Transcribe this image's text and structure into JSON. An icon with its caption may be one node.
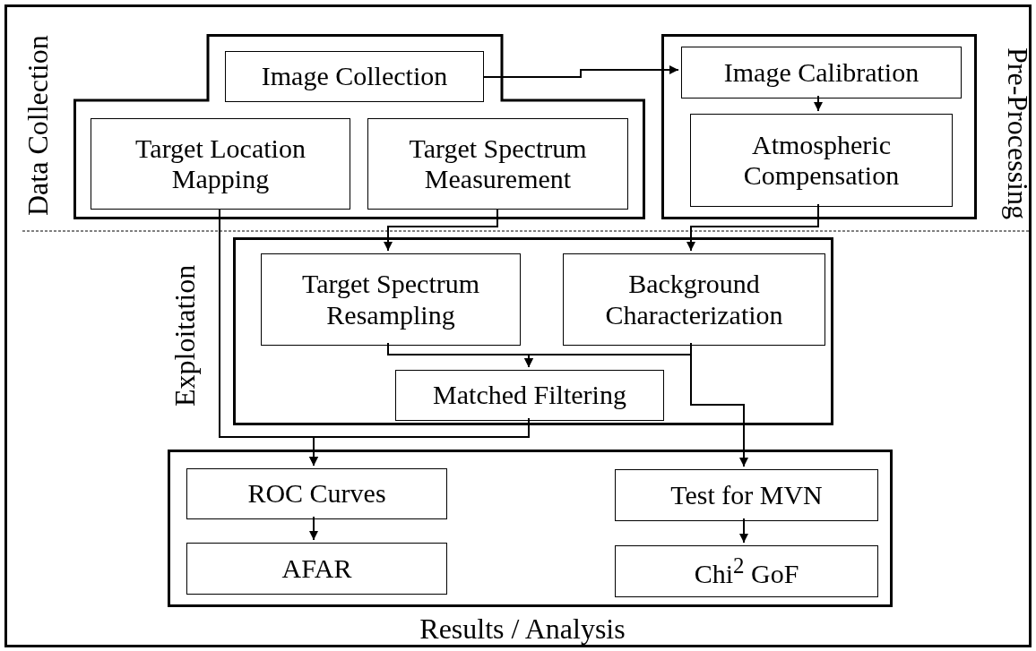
{
  "diagram": {
    "nodes": [
      {
        "text": [
          "Data Collection"
        ]
      },
      {
        "text": [
          "Image Collection"
        ],
        "in": 0
      },
      {
        "text": [
          "Target Location Mapping"
        ],
        "in": 0
      },
      {
        "text": [
          "Target Spectrum Measurement"
        ],
        "in": 0
      },
      {
        "text": [
          "Pre-Processing"
        ]
      },
      {
        "text": [
          "Image Calibration"
        ],
        "in": 4
      },
      {
        "text": [
          "Atmospheric Compensation"
        ],
        "in": 4
      },
      {
        "text": [
          "Exploitation"
        ]
      },
      {
        "text": [
          "Target Spectrum Resampling"
        ],
        "in": 7
      },
      {
        "text": [
          "Background Characterization"
        ],
        "in": 7
      },
      {
        "text": [
          "Matched Filtering"
        ],
        "in": 7
      },
      {
        "text": [
          "Results / Analysis"
        ]
      },
      {
        "text": [
          "ROC Curves"
        ],
        "in": 11
      },
      {
        "text": [
          "AFAR"
        ],
        "in": 11
      },
      {
        "text": [
          "Test for MVN"
        ],
        "in": 11
      },
      {
        "text": [
          "Chi$^{2}$ GoF"
        ],
        "in": 11
      }
    ],
    "edges": [
      {
        "from": 1,
        "to": 5,
        "arrow": "to"
      },
      {
        "from": 5,
        "to": 6,
        "arrow": "to"
      },
      {
        "from": 3,
        "to": 8,
        "arrow": "to"
      },
      {
        "from": 6,
        "to": 9,
        "arrow": "to"
      },
      {
        "from": 8,
        "to": 10,
        "arrow": "to"
      },
      {
        "from": 9,
        "to": 10,
        "arrow": "to"
      },
      {
        "from": 9,
        "to": 14,
        "arrow": "to"
      },
      {
        "from": 2,
        "to": 12,
        "arrow": "to"
      },
      {
        "from": 10,
        "to": 12,
        "arrow": "to"
      },
      {
        "from": 12,
        "to": 13,
        "arrow": "to"
      },
      {
        "from": 14,
        "to": 15,
        "arrow": "to"
      }
    ]
  }
}
